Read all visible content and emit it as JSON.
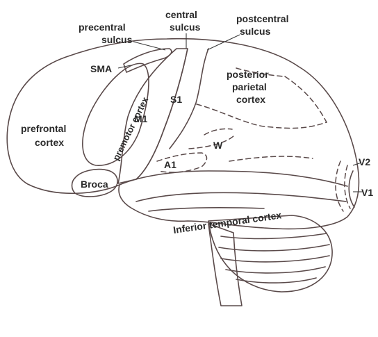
{
  "labels": {
    "precentral_sulcus_line1": "precentral",
    "precentral_sulcus_line2": "sulcus",
    "central_sulcus_line1": "central",
    "central_sulcus_line2": "sulcus",
    "postcentral_sulcus_line1": "postcentral",
    "postcentral_sulcus_line2": "sulcus",
    "sma": "SMA",
    "premotor_cortex": "premotor cortex",
    "m1": "M1",
    "s1": "S1",
    "posterior_parietal_line1": "posterior",
    "posterior_parietal_line2": "parietal",
    "posterior_parietal_line3": "cortex",
    "prefrontal_line1": "prefrontal",
    "prefrontal_line2": "cortex",
    "w": "W",
    "a1": "A1",
    "broca": "Broca",
    "v2": "V2",
    "v1": "V1",
    "inferior_temporal": "Inferior temporal cortex"
  },
  "colors": {
    "brain_fill": "#f6e3dc",
    "m1_fill": "#c9a9d6",
    "premotor_fill": "#f2a9b7",
    "sma_fill": "#f2a9b7",
    "broca_fill": "#f3e58a",
    "outline": "#5a4a4a"
  }
}
